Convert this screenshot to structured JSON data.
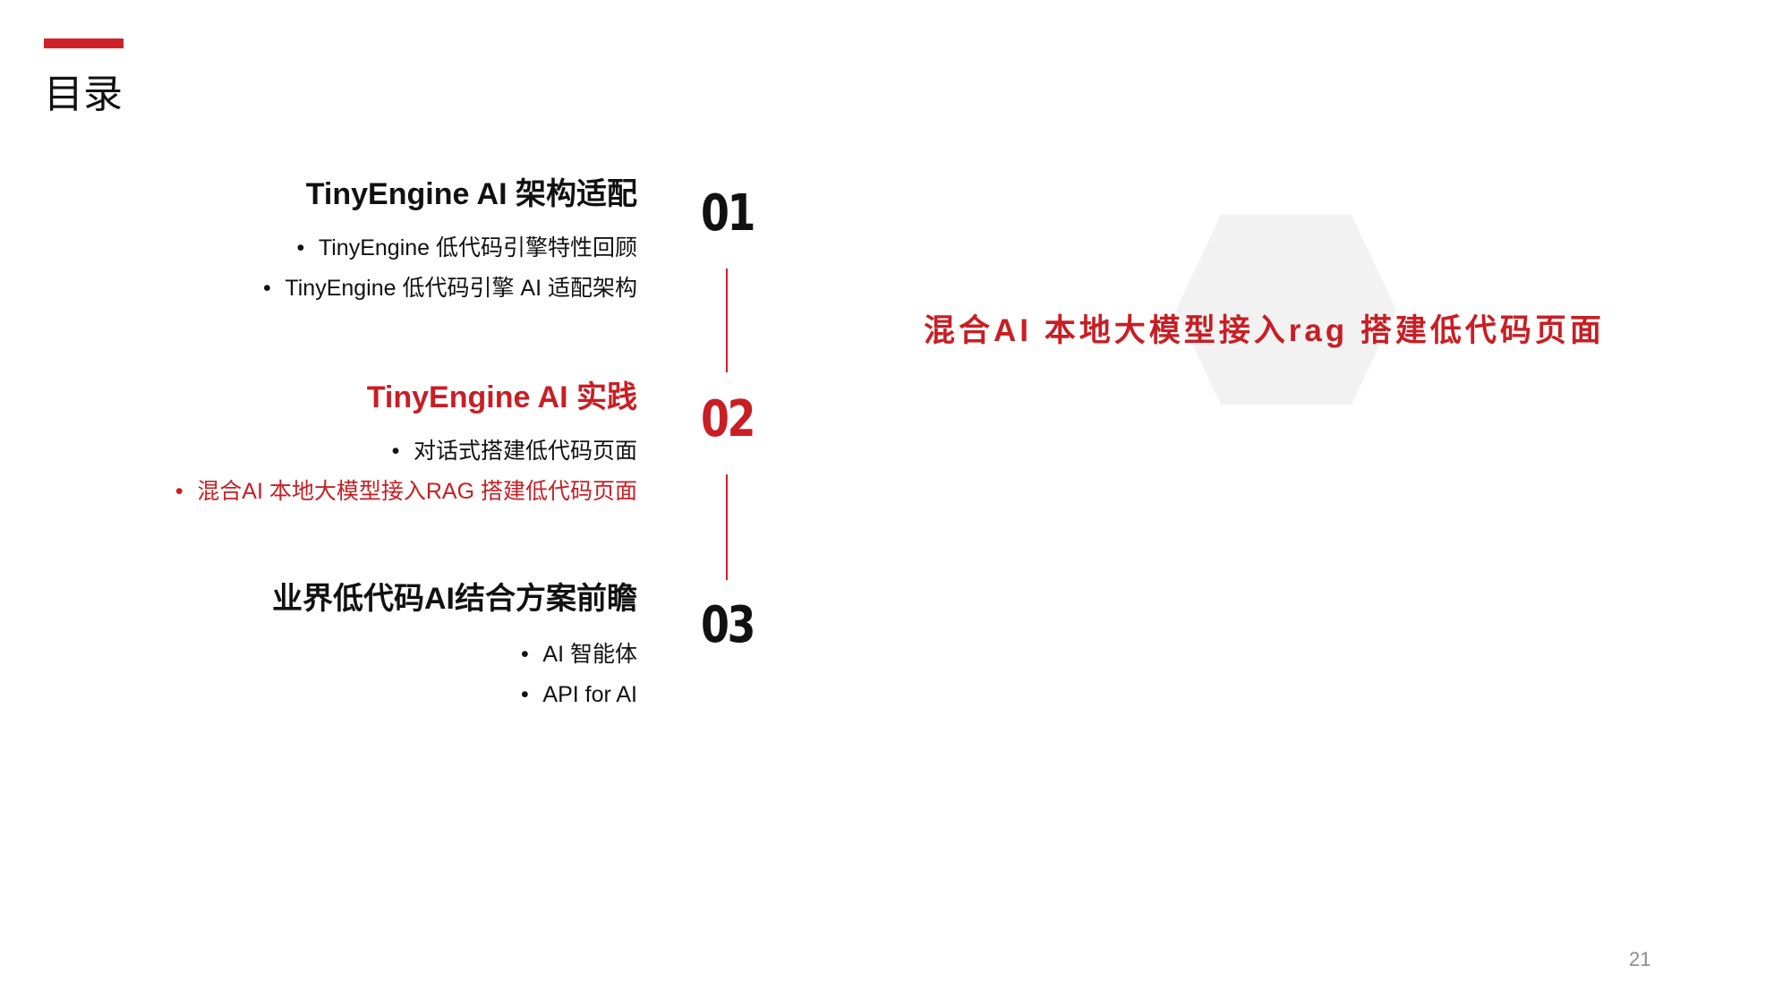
{
  "header": {
    "title": "目录"
  },
  "sections": [
    {
      "number": "01",
      "title": "TinyEngine AI 架构适配",
      "items": [
        {
          "bullet": "•",
          "label": "TinyEngine 低代码引擎特性回顾"
        },
        {
          "bullet": "•",
          "label": "TinyEngine 低代码引擎 AI 适配架构"
        }
      ]
    },
    {
      "number": "02",
      "title": "TinyEngine AI 实践",
      "items": [
        {
          "bullet": "•",
          "label": "对话式搭建低代码页面"
        },
        {
          "bullet": "•",
          "label": "混合AI 本地大模型接入RAG 搭建低代码页面"
        }
      ]
    },
    {
      "number": "03",
      "title": "业界低代码AI结合方案前瞻",
      "items": [
        {
          "bullet": "•",
          "label": "AI 智能体"
        },
        {
          "bullet": "•",
          "label": "API for  AI"
        }
      ]
    }
  ],
  "highlight": {
    "title": "混合AI 本地大模型接入rag 搭建低代码页面"
  },
  "footer": {
    "page_number": "21"
  },
  "colors": {
    "accent": "#d0202a",
    "active_text": "#c81e24",
    "hexagon": "#f2f2f2"
  }
}
